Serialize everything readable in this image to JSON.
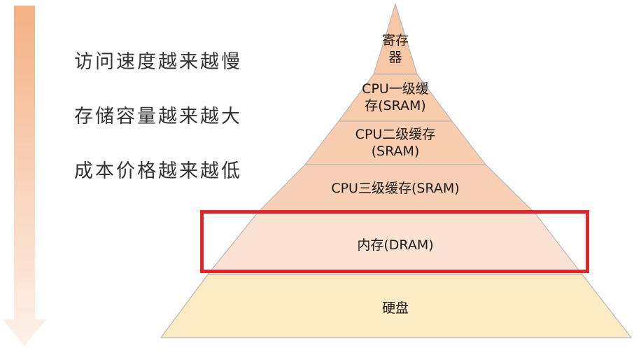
{
  "side_labels": [
    "访问速度越来越慢",
    "存储容量越来越大",
    "成本价格越来越低"
  ],
  "levels": [
    {
      "lines": [
        "寄存",
        "器"
      ]
    },
    {
      "lines": [
        "CPU一级缓",
        "存(SRAM)"
      ]
    },
    {
      "lines": [
        "CPU二级缓存",
        "(SRAM)"
      ]
    },
    {
      "lines": [
        "CPU三级缓存(SRAM)"
      ]
    },
    {
      "lines": [
        "内存(DRAM)"
      ]
    },
    {
      "lines": [
        "硬盘"
      ]
    }
  ],
  "highlighted_level": "内存(DRAM)",
  "colors": {
    "arrow_top": "#f4b183",
    "arrow_bottom": "#fbe5d6",
    "level_register": "#f8c8a6",
    "level_l1": "#f8cbab",
    "level_l2": "#f8cdb0",
    "level_l3": "#f8d0b5",
    "level_memory": "#fbe2d3",
    "level_disk": "#fdebc3",
    "highlight": "#e0262b"
  }
}
